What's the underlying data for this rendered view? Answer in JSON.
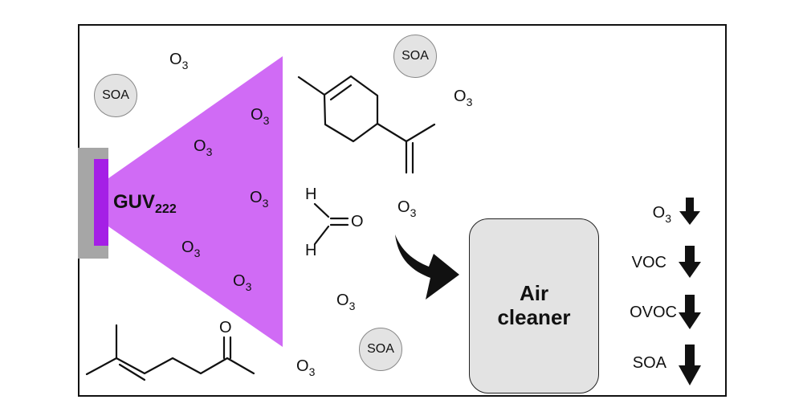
{
  "ozone": {
    "base": "O",
    "sub": "3"
  },
  "soa_label": "SOA",
  "lamp": {
    "base": "GUV",
    "sub": "222"
  },
  "air_cleaner": {
    "line1": "Air",
    "line2": "cleaner"
  },
  "formaldehyde": {
    "h_top": "H",
    "h_bottom": "H",
    "o": "O"
  },
  "methylheptenone": {
    "o": "O"
  },
  "removal_list": [
    {
      "base": "O",
      "sub": "3"
    },
    {
      "base": "VOC",
      "sub": ""
    },
    {
      "base": "OVOC",
      "sub": ""
    },
    {
      "base": "SOA",
      "sub": ""
    }
  ],
  "colors": {
    "uv_beam": "#d06bf5",
    "lamp_tube": "#a51fe6",
    "lamp_housing": "#a6a6a6",
    "particle_fill": "#e3e3e3",
    "cleaner_fill": "#e3e3e3"
  }
}
